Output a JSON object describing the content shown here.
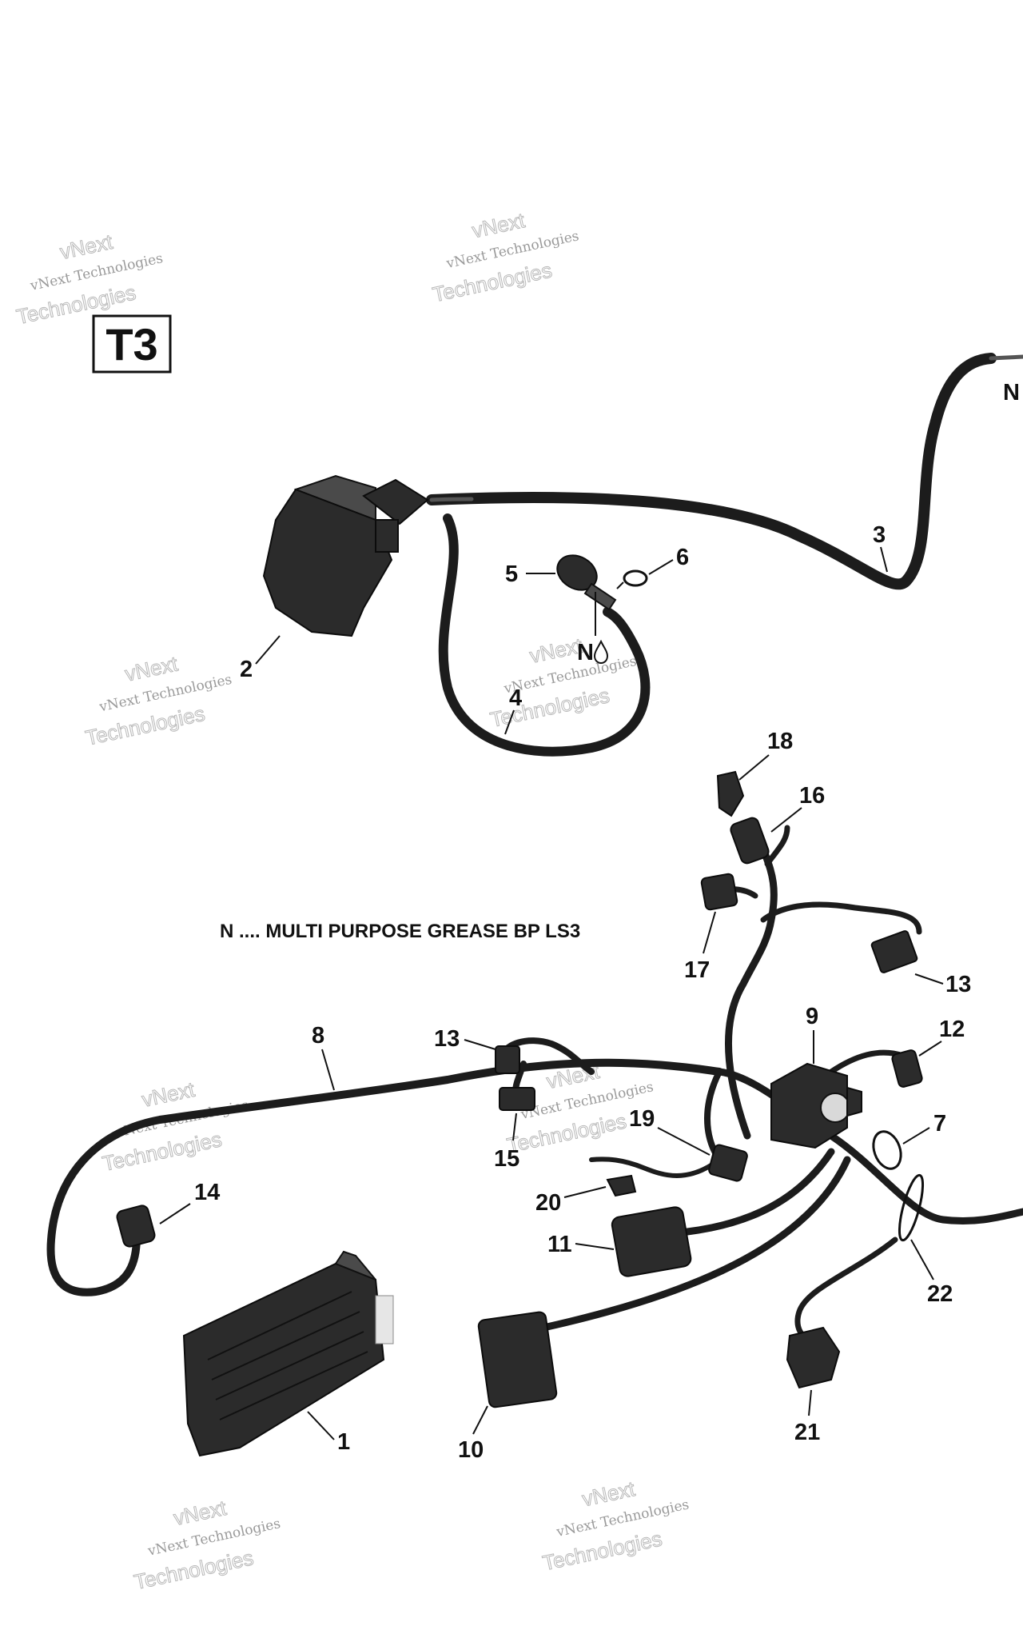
{
  "group_label": "T3",
  "legend_text": "N .... MULTI PURPOSE GREASE BP LS3",
  "lubricant_mark": "N",
  "lubricant_mark_partial": "N",
  "watermark": {
    "line1": "vNext Technologies",
    "line2": "Technologies",
    "line3": "vNext"
  },
  "callouts": [
    {
      "id": "c1",
      "text": "1"
    },
    {
      "id": "c2",
      "text": "2"
    },
    {
      "id": "c3",
      "text": "3"
    },
    {
      "id": "c4",
      "text": "4"
    },
    {
      "id": "c5",
      "text": "5"
    },
    {
      "id": "c6",
      "text": "6"
    },
    {
      "id": "c7",
      "text": "7"
    },
    {
      "id": "c8",
      "text": "8"
    },
    {
      "id": "c9",
      "text": "9"
    },
    {
      "id": "c10",
      "text": "10"
    },
    {
      "id": "c11",
      "text": "11"
    },
    {
      "id": "c12",
      "text": "12"
    },
    {
      "id": "c13a",
      "text": "13"
    },
    {
      "id": "c13b",
      "text": "13"
    },
    {
      "id": "c14",
      "text": "14"
    },
    {
      "id": "c15",
      "text": "15"
    },
    {
      "id": "c16",
      "text": "16"
    },
    {
      "id": "c17",
      "text": "17"
    },
    {
      "id": "c18",
      "text": "18"
    },
    {
      "id": "c19",
      "text": "19"
    },
    {
      "id": "c20",
      "text": "20"
    },
    {
      "id": "c21",
      "text": "21"
    },
    {
      "id": "c22",
      "text": "22"
    }
  ]
}
